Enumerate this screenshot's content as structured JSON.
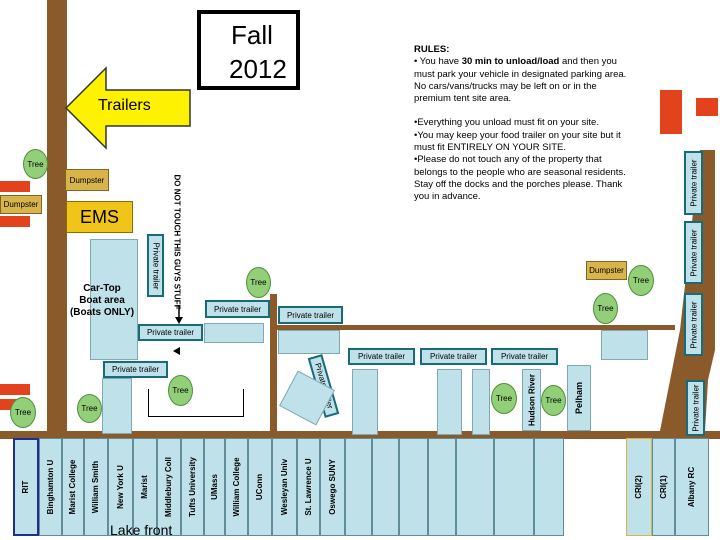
{
  "title": {
    "line1": "Fall",
    "line2": "2012"
  },
  "rules": {
    "heading": "RULES:",
    "p1_pre": "• You have ",
    "p1_bold": "30 min to unload/load",
    "p1_post": " and then you must park your vehicle in designated parking area. No cars/vans/trucks may be left on or in the premium tent site area.",
    "b1": "•Everything you unload must fit on your site.",
    "b2": "•You may keep your food trailer on your site but it must fit ENTIRELY ON YOUR SITE.",
    "b3": "•Please do not touch any of the property that belongs to the people who are seasonal residents.  Stay off the docks and the porches please.  Thank you in advance."
  },
  "labels": {
    "trailers": "Trailers",
    "ems": "EMS",
    "cartop": "Car-Top\nBoat area\n(Boats ONLY)",
    "dnt": "DO NOT TOUCH THIS GUYS STUFF",
    "lake_front": "Lake front",
    "hudson_river": "Hudson River",
    "pelham": "Pelham",
    "dumpster": "Dumpster",
    "tree": "Tree",
    "private_trailer": "Private trailer"
  },
  "sites": [
    "RIT",
    "Binghamton U",
    "Marist College",
    "William Smith",
    "New York U",
    "Marist",
    "Middlebury Coll",
    "Tufts University",
    "UMass",
    "William College",
    "UConn",
    "Wesleyan Univ",
    "St. Lawrence U",
    "Oswego SUNY",
    "",
    "",
    "",
    "",
    "",
    "",
    "",
    "CRI(2)",
    "CRI(1)",
    "Albany RC"
  ],
  "colors": {
    "road": "#8b5a2b",
    "site": "#bfe2ea",
    "tree": "#93cf78",
    "dumpster": "#d9b44a",
    "ems": "#f0c419",
    "arrow": "#fff200",
    "red": "#e2421c"
  }
}
